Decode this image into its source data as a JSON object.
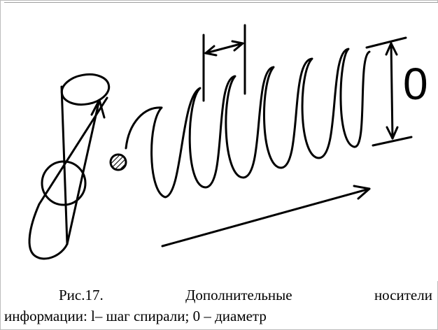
{
  "figure": {
    "diameter_symbol": "0"
  },
  "caption": {
    "line1_words": [
      "Рис.17.",
      "Дополнительные",
      "носители"
    ],
    "line2": "информации: l– шаг спирали; 0 – диаметр"
  }
}
